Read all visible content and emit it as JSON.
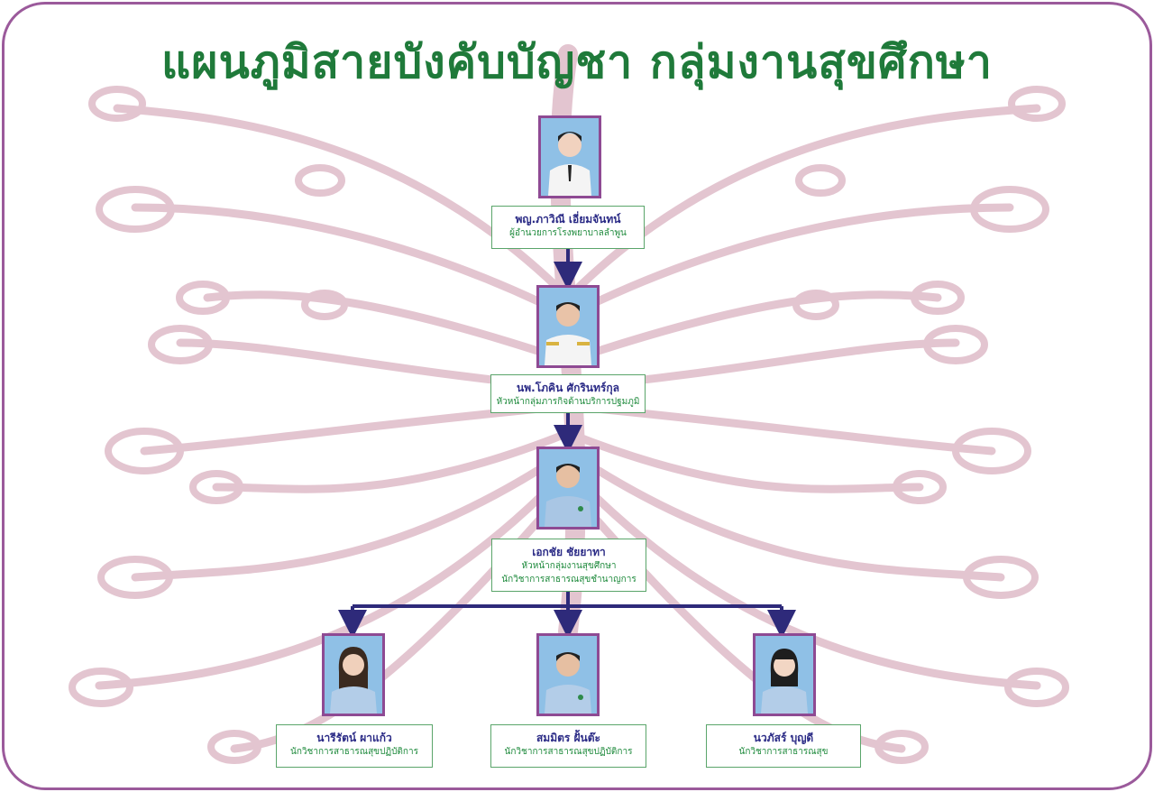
{
  "title": "แผนภูมิสายบังคับบัญชา กลุ่มงานสุขศึกษา",
  "colors": {
    "frame": "#9b5a9b",
    "title": "#1f7a3a",
    "name_text": "#2b2b86",
    "position_text": "#1e8a3c",
    "connector": "#2e2a7a",
    "ornament": "#e3c5d0"
  },
  "chief": {
    "name": "พญ.ภาวิณี เอี่ยมจันทน์",
    "position": "ผู้อำนวยการโรงพยาบาลลำพูน"
  },
  "deputy": {
    "name": "นพ.โภคิน ศักรินทร์กุล",
    "position": "หัวหน้ากลุ่มภารกิจด้านบริการปฐมภูมิ"
  },
  "head": {
    "name": "เอกชัย ชัยยาทา",
    "position": "หัวหน้ากลุ่มงานสุขศึกษา",
    "position2": "นักวิชาการสาธารณสุขชำนาญการ"
  },
  "staff": [
    {
      "name": "นารีรัตน์ ผาแก้ว",
      "position": "นักวิชาการสาธารณสุขปฏิบัติการ"
    },
    {
      "name": "สมมิตร ฝั้นต๊ะ",
      "position": "นักวิชาการสาธารณสุขปฏิบัติการ"
    },
    {
      "name": "นวภัสร์ บุญดี",
      "position": "นักวิชาการสาธารณสุข"
    }
  ]
}
